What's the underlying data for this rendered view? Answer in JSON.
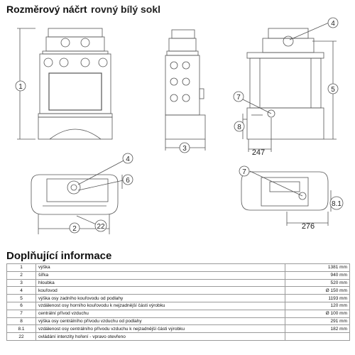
{
  "header": {
    "title_bold": "Rozměrový náčrt",
    "title_regular": "rovný bílý sokl"
  },
  "drawing_labels": {
    "front_height": "1",
    "side_depth": "3",
    "top_width": "2",
    "top_flue": "4",
    "top_offset": "6",
    "top_regulator": "22",
    "back_flue": "4",
    "back_flue_height": "5",
    "back_air": "7",
    "back_air_height": "8",
    "back_air_dist": "247",
    "bottom_air": "7",
    "bottom_air_height": "8.1",
    "bottom_air_dist": "276"
  },
  "info": {
    "title": "Doplňující informace",
    "rows": [
      {
        "num": "1",
        "desc": "výška",
        "value": "1381 mm"
      },
      {
        "num": "2",
        "desc": "šířka",
        "value": "940 mm"
      },
      {
        "num": "3",
        "desc": "hloubka",
        "value": "520 mm"
      },
      {
        "num": "4",
        "desc": "kouřovod",
        "value": "Ø 150 mm"
      },
      {
        "num": "5",
        "desc": "výška osy zadního kouřovodu od podlahy",
        "value": "1193 mm"
      },
      {
        "num": "6",
        "desc": "vzdálenost osy horního kouřovodu k nejzadnější části výrobku",
        "value": "120 mm"
      },
      {
        "num": "7",
        "desc": "centrální přívod vzduchu",
        "value": "Ø 100 mm"
      },
      {
        "num": "8",
        "desc": "výška osy centrálního přívodu vzduchu od podlahy",
        "value": "291 mm"
      },
      {
        "num": "8.1",
        "desc": "vzdálenost osy centrálního přívodu vzduchu k nejzadnější části výrobku",
        "value": "182 mm"
      },
      {
        "num": "22",
        "desc": "ovládání intenzity hoření - vpravo otevřeno",
        "value": ""
      }
    ]
  }
}
